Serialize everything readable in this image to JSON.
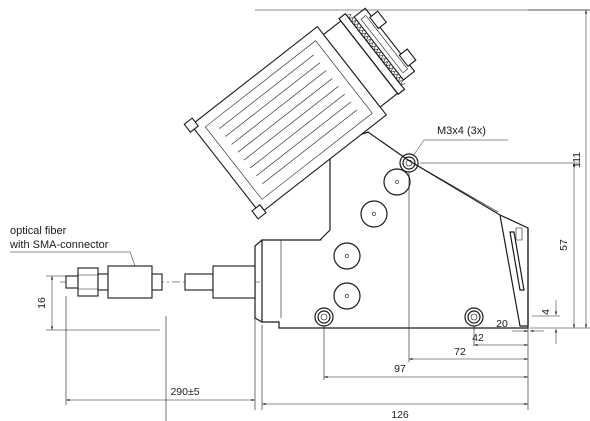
{
  "labels": {
    "fiber_line1": "optical fiber",
    "fiber_line2": "with SMA-connector",
    "screws": "M3x4 (3x)"
  },
  "dimensions": {
    "d16": "16",
    "d290": "290±5",
    "d126": "126",
    "d97": "97",
    "d72": "72",
    "d42": "42",
    "d20": "20",
    "d4": "4",
    "d57": "57",
    "d111": "111"
  },
  "colors": {
    "line": "#1a1a1a",
    "background": "#ffffff"
  }
}
